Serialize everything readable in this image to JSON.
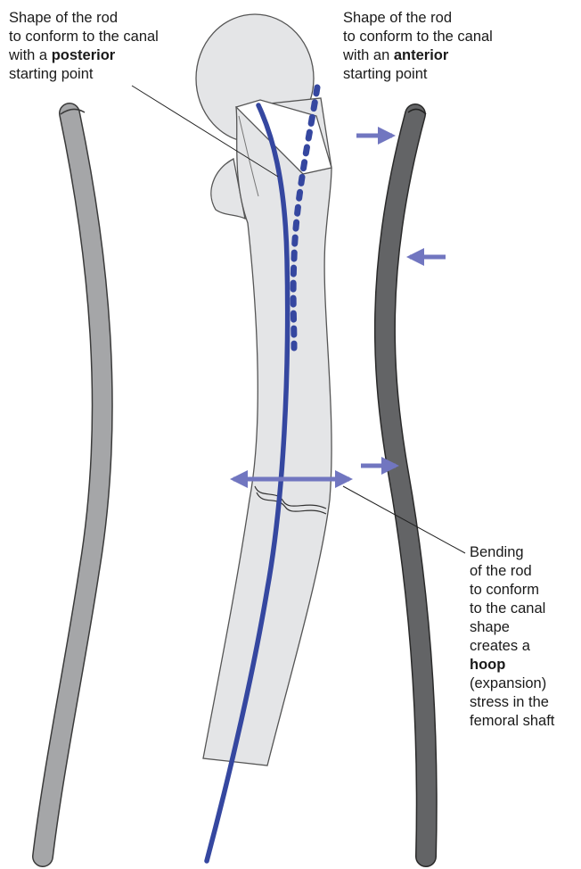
{
  "labels": {
    "posterior": {
      "line1": "Shape of the rod",
      "line2": "to conform to the canal",
      "line3_pre": "with a ",
      "line3_bold": "posterior",
      "line4": "starting point"
    },
    "anterior": {
      "line1": "Shape of the rod",
      "line2": "to conform to the canal",
      "line3_pre": "with an ",
      "line3_bold": "anterior",
      "line4": "starting point"
    },
    "hoop": {
      "line1": "Bending",
      "line2": "of the rod",
      "line3": "to conform",
      "line4": "to the canal",
      "line5": "shape",
      "line6": "creates a",
      "line7_bold": "hoop",
      "line8": "(expansion)",
      "line9": "stress in the",
      "line10": "femoral shaft"
    }
  },
  "colors": {
    "bone_fill": "#e4e5e7",
    "bone_stroke": "#555555",
    "rod_blue": "#3547a0",
    "arrow_blue": "#7176c0",
    "posterior_rod": "#a5a6a8",
    "anterior_rod": "#636466"
  }
}
